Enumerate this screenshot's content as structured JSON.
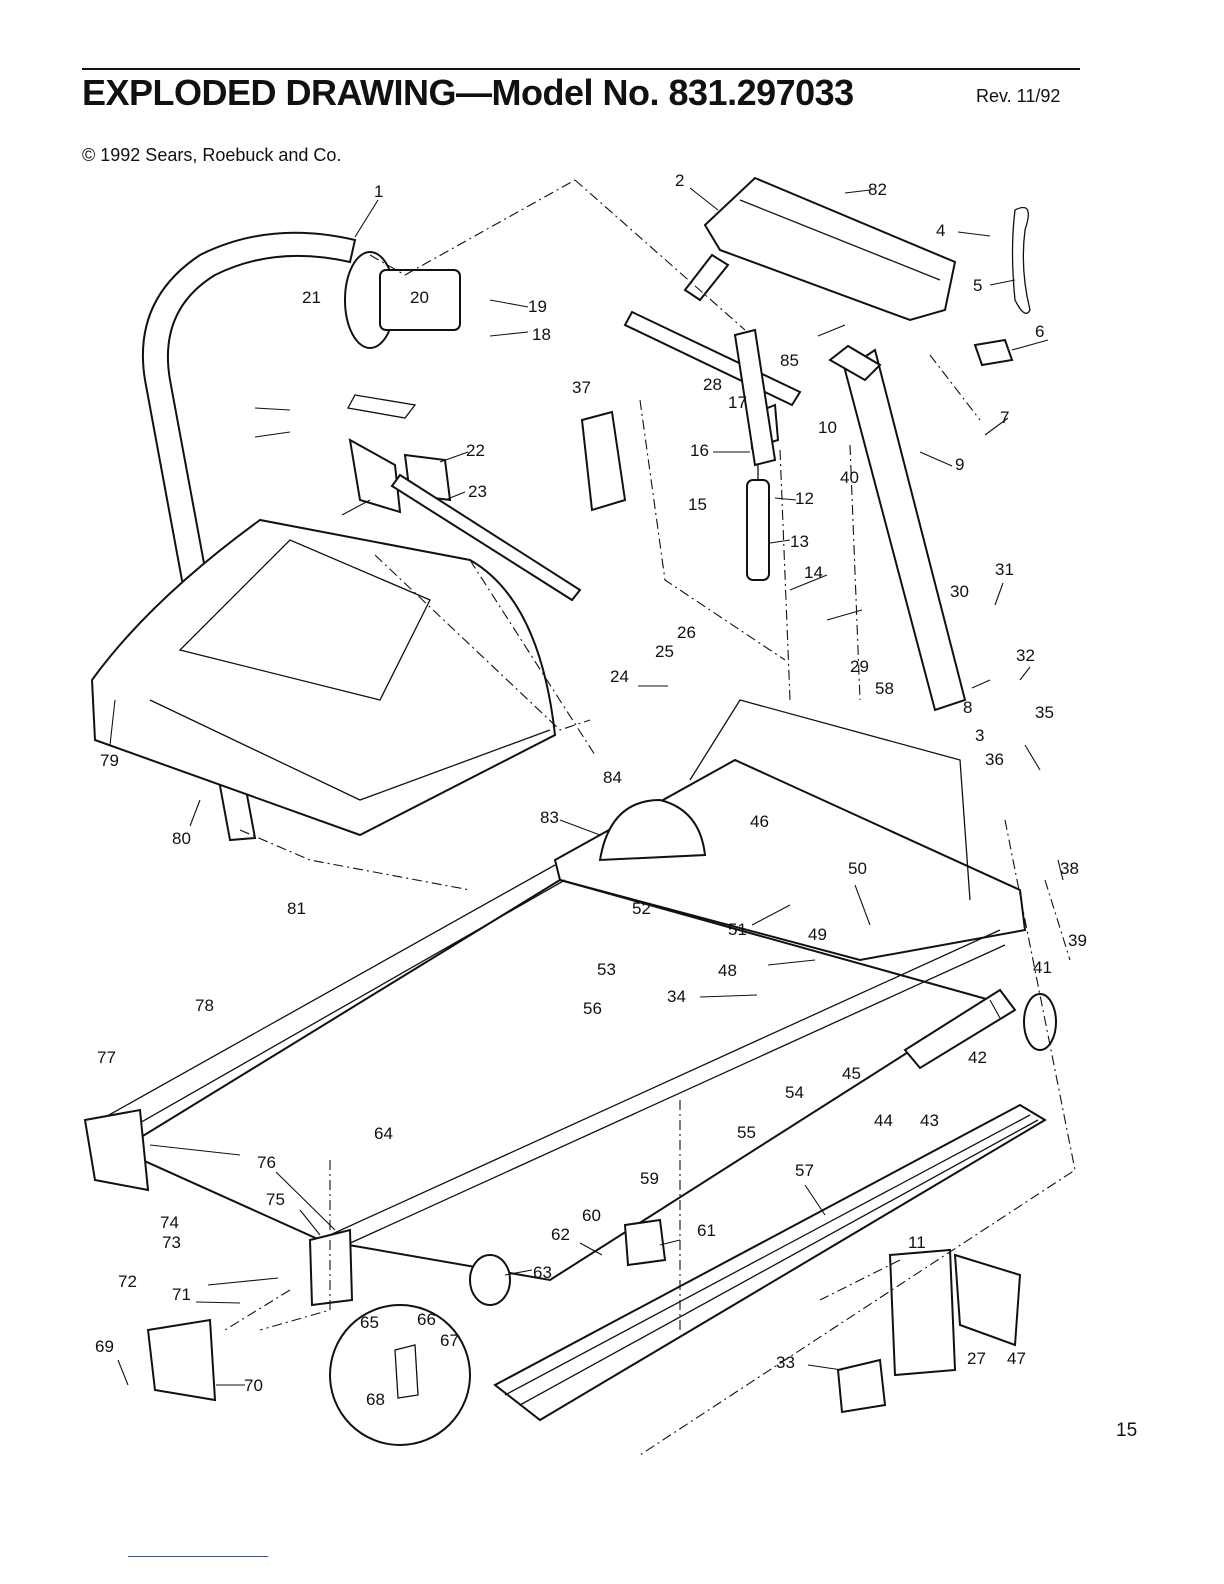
{
  "header": {
    "title": "EXPLODED DRAWING—Model No. 831.297033",
    "revision": "Rev. 11/92",
    "copyright": "© 1992 Sears, Roebuck and Co."
  },
  "page_number": "15",
  "callouts": [
    "1",
    "2",
    "82",
    "4",
    "5",
    "21",
    "20",
    "19",
    "18",
    "37",
    "28",
    "17",
    "16",
    "10",
    "6",
    "7",
    "9",
    "85",
    "22",
    "23",
    "15",
    "12",
    "13",
    "40",
    "14",
    "31",
    "30",
    "32",
    "8",
    "25",
    "26",
    "24",
    "29",
    "58",
    "35",
    "3",
    "36",
    "79",
    "84",
    "83",
    "46",
    "38",
    "80",
    "81",
    "50",
    "39",
    "51",
    "52",
    "49",
    "48",
    "53",
    "34",
    "41",
    "42",
    "78",
    "56",
    "54",
    "45",
    "44",
    "43",
    "55",
    "77",
    "64",
    "76",
    "57",
    "74",
    "73",
    "75",
    "59",
    "60",
    "61",
    "62",
    "63",
    "72",
    "11",
    "27",
    "47",
    "71",
    "65",
    "66",
    "67",
    "33",
    "69",
    "70",
    "68"
  ]
}
